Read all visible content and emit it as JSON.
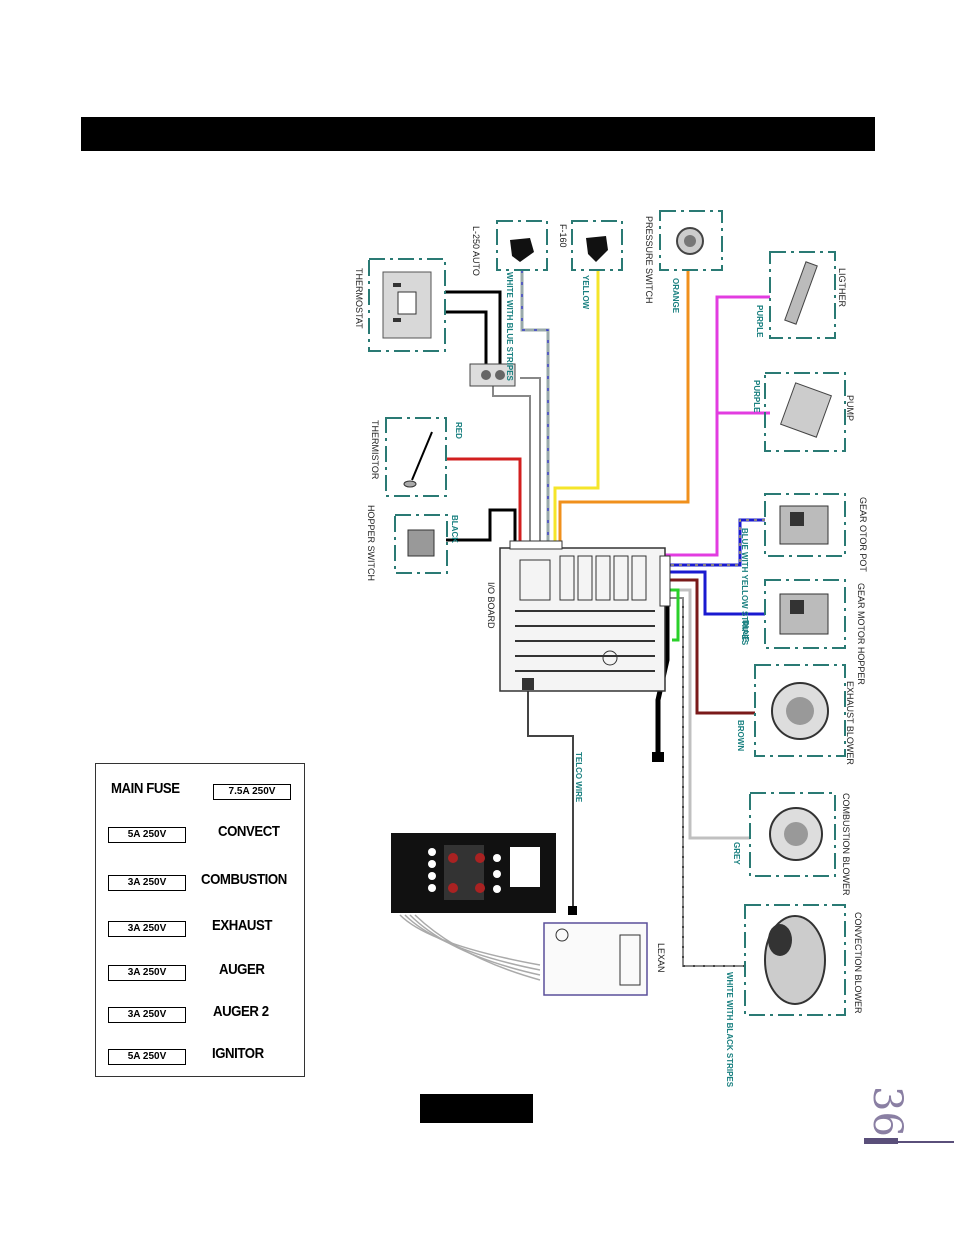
{
  "components": {
    "l250": "L-250 AUTO",
    "f160": "F-160",
    "pressure_switch": "PRESSURE SWITCH",
    "thermostat": "THERMOSTAT",
    "lighter": "LIGTHER",
    "pump": "PUMP",
    "thermistor": "THERMISTOR",
    "hopper_switch": "HOPPER SWITCH",
    "gear_motor_pot": "GEAR OTOR POT",
    "gear_motor_hopper": "GEAR MOTOR HOPPER",
    "exhaust_blower": "EXHAUST BLOWER",
    "io_board": "I/O BOARD",
    "combustion_blower": "COMBUSTION BLOWER",
    "convection_blower": "CONVECTION BLOWER",
    "lexan": "LEXAN"
  },
  "wires": {
    "white_blue": "WHITE WITH BLUE STRIPES",
    "yellow": "YELLOW",
    "orange": "ORANGE",
    "purple_lighter": "PURPLE",
    "purple_pump": "PURPLE",
    "red": "RED",
    "black": "BLACK",
    "blue_yellow": "BLUE WITH YELLOW STRIPES",
    "blue": "BLUE",
    "brown": "BROWN",
    "telco": "TELCO WIRE",
    "grey": "GREY",
    "white_black": "WHITE WITH BLACK STRIPES"
  },
  "fuses": {
    "main": {
      "name": "MAIN FUSE",
      "rating": "7.5A   250V"
    },
    "rows": [
      {
        "name": "CONVECT",
        "rating": "5A   250V"
      },
      {
        "name": "COMBUSTION",
        "rating": "3A   250V"
      },
      {
        "name": "EXHAUST",
        "rating": "3A   250V"
      },
      {
        "name": "AUGER",
        "rating": "3A   250V"
      },
      {
        "name": "AUGER 2",
        "rating": "3A   250V"
      },
      {
        "name": "IGNITOR",
        "rating": "5A   250V"
      }
    ]
  },
  "page_number": "36",
  "colors": {
    "yellow": "#f5e52a",
    "orange": "#f0901c",
    "purple": "#e23ce0",
    "red": "#d21f1f",
    "blue": "#1a1ad0",
    "brown": "#7a1a1a",
    "grey": "#c0c0c0",
    "green": "#2ad02a",
    "teal_dash": "#2a7a74"
  }
}
